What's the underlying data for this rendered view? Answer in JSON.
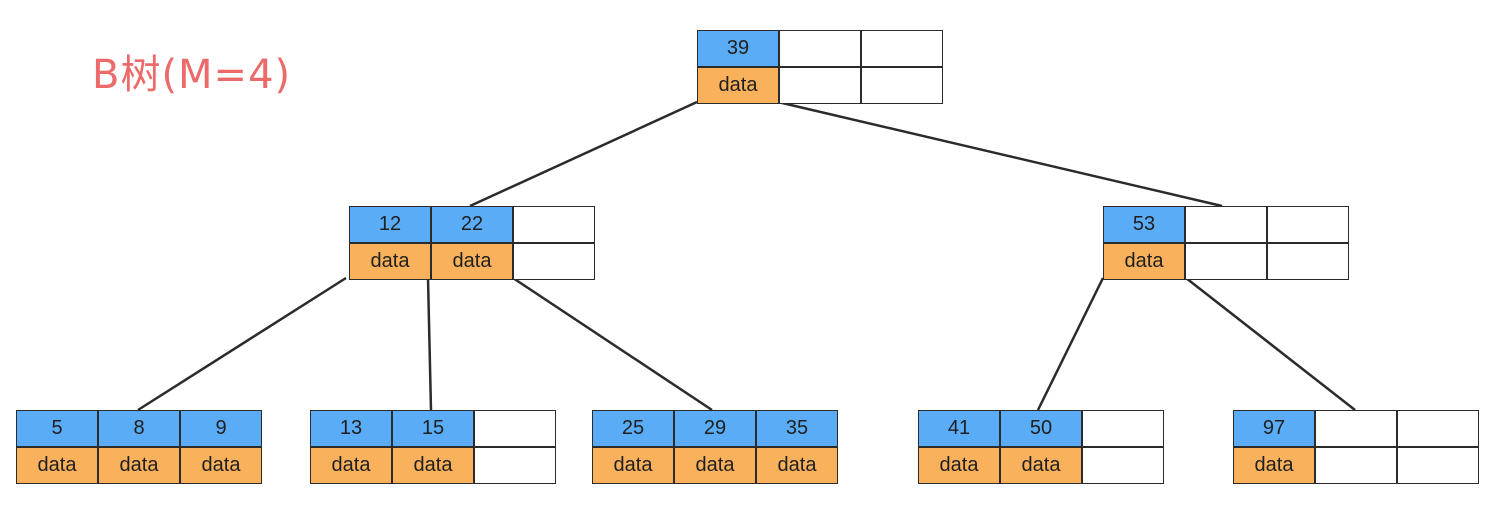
{
  "title": "B树(M=4)",
  "colors": {
    "key_fill": "#5aacf6",
    "data_fill": "#f9b15b",
    "title": "#ec6a6a",
    "line": "#2b2b2b"
  },
  "nodes": [
    {
      "id": "root",
      "keys": [
        "39"
      ],
      "data": [
        "data"
      ]
    },
    {
      "id": "mid-left",
      "keys": [
        "12",
        "22"
      ],
      "data": [
        "data",
        "data"
      ]
    },
    {
      "id": "mid-right",
      "keys": [
        "53"
      ],
      "data": [
        "data"
      ]
    },
    {
      "id": "leaf-1",
      "keys": [
        "5",
        "8",
        "9"
      ],
      "data": [
        "data",
        "data",
        "data"
      ]
    },
    {
      "id": "leaf-2",
      "keys": [
        "13",
        "15"
      ],
      "data": [
        "data",
        "data"
      ]
    },
    {
      "id": "leaf-3",
      "keys": [
        "25",
        "29",
        "35"
      ],
      "data": [
        "data",
        "data",
        "data"
      ]
    },
    {
      "id": "leaf-4",
      "keys": [
        "41",
        "50"
      ],
      "data": [
        "data",
        "data"
      ]
    },
    {
      "id": "leaf-5",
      "keys": [
        "97"
      ],
      "data": [
        "data"
      ]
    }
  ],
  "edges": [
    {
      "from": "root",
      "to": "mid-left"
    },
    {
      "from": "root",
      "to": "mid-right"
    },
    {
      "from": "mid-left",
      "to": "leaf-1"
    },
    {
      "from": "mid-left",
      "to": "leaf-2"
    },
    {
      "from": "mid-left",
      "to": "leaf-3"
    },
    {
      "from": "mid-right",
      "to": "leaf-4"
    },
    {
      "from": "mid-right",
      "to": "leaf-5"
    }
  ]
}
